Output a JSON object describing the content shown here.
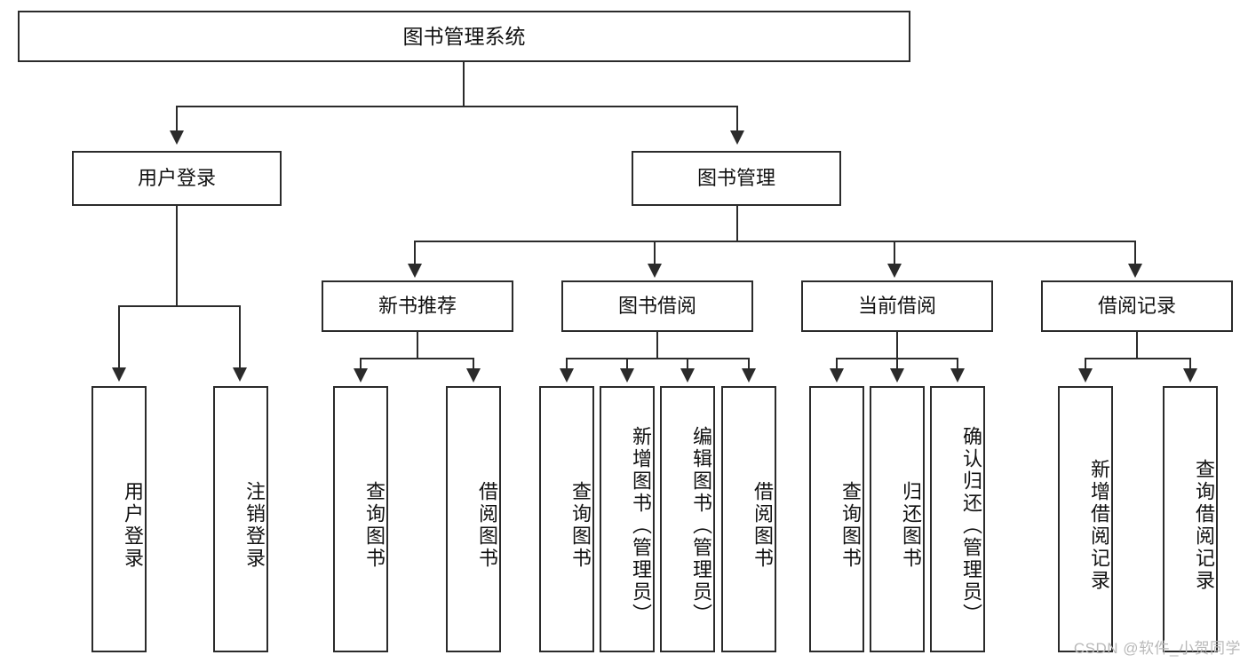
{
  "diagram": {
    "title": "图书管理系统",
    "root": {
      "label": "图书管理系统"
    },
    "level2": [
      {
        "label": "用户登录"
      },
      {
        "label": "图书管理"
      }
    ],
    "level3": [
      {
        "label": "新书推荐"
      },
      {
        "label": "图书借阅"
      },
      {
        "label": "当前借阅"
      },
      {
        "label": "借阅记录"
      }
    ],
    "leaves": [
      {
        "label": "用户登录",
        "parent": "用户登录"
      },
      {
        "label": "注销登录",
        "parent": "用户登录"
      },
      {
        "label": "查询图书",
        "parent": "新书推荐"
      },
      {
        "label": "借阅图书",
        "parent": "新书推荐"
      },
      {
        "label": "查询图书",
        "parent": "图书借阅"
      },
      {
        "label": "新增图书（管理员）",
        "parent": "图书借阅"
      },
      {
        "label": "编辑图书（管理员）",
        "parent": "图书借阅"
      },
      {
        "label": "借阅图书",
        "parent": "图书借阅"
      },
      {
        "label": "查询图书",
        "parent": "当前借阅"
      },
      {
        "label": "归还图书",
        "parent": "当前借阅"
      },
      {
        "label": "确认归还（管理员）",
        "parent": "当前借阅"
      },
      {
        "label": "新增借阅记录",
        "parent": "借阅记录"
      },
      {
        "label": "查询借阅记录",
        "parent": "借阅记录"
      }
    ]
  },
  "watermark": {
    "text": "CSDN @软件_小贺同学"
  },
  "colors": {
    "line": "#2b2b2b",
    "box_border": "#2b2b2b",
    "background": "#ffffff",
    "watermark": "#b9b9b9"
  }
}
